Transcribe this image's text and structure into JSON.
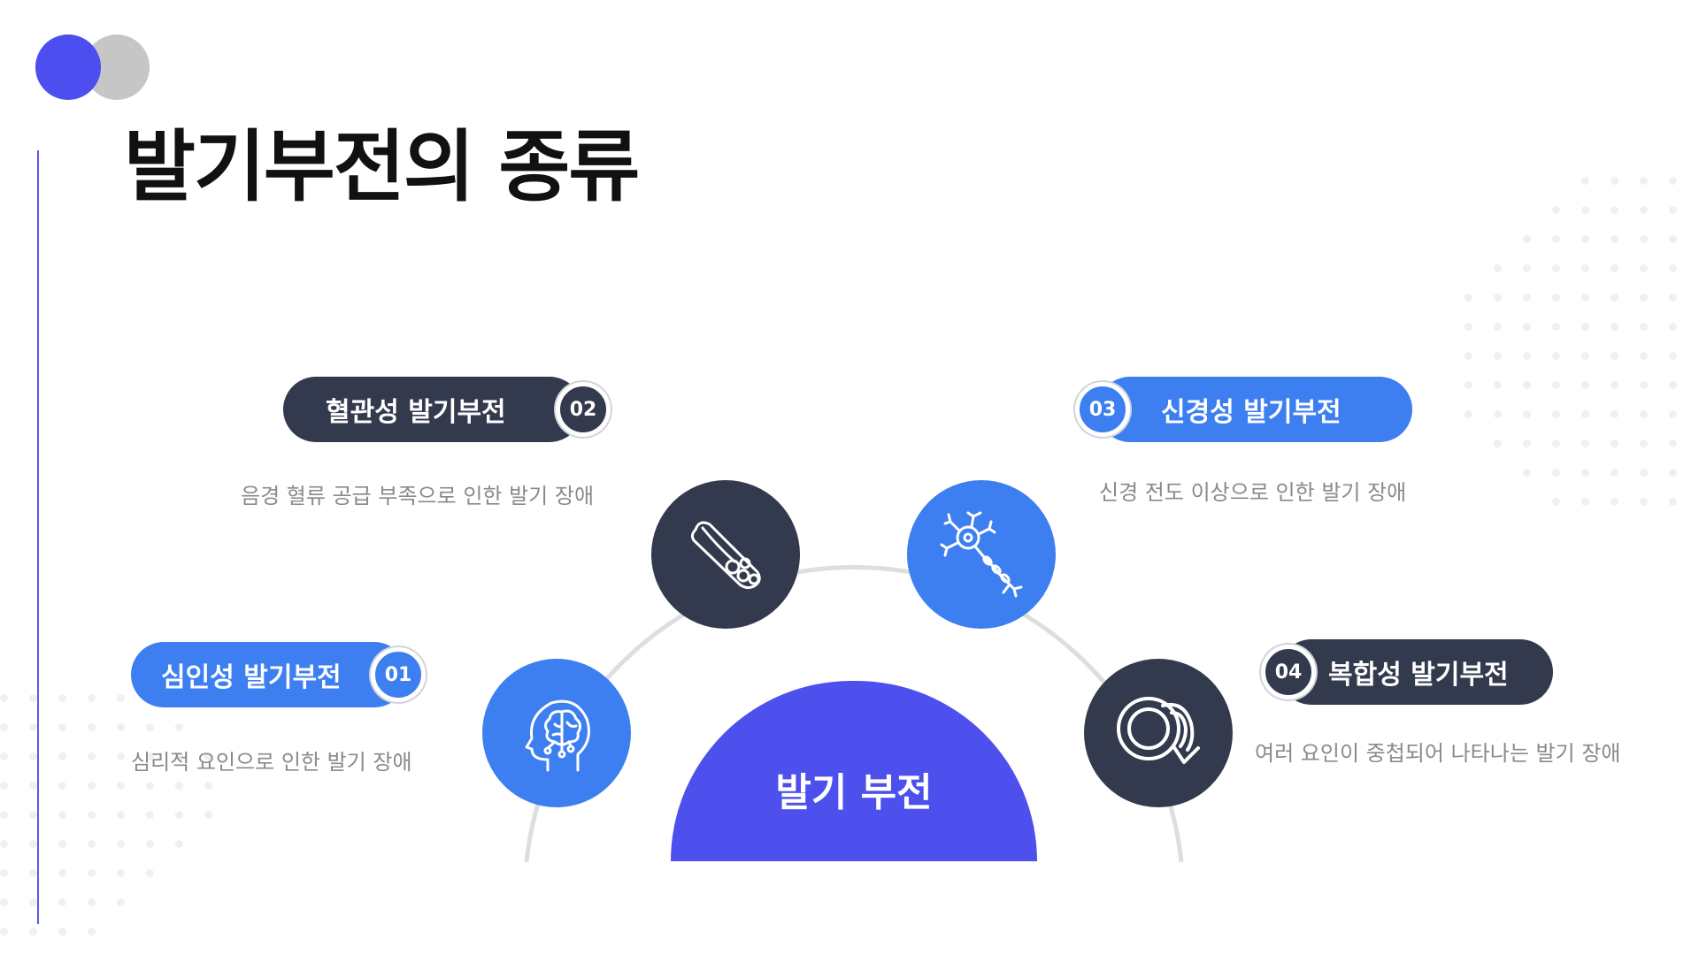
{
  "page": {
    "title": "발기부전의 종류"
  },
  "center": {
    "label": "발기 부전"
  },
  "types": [
    {
      "number": "01",
      "label": "심인성 발기부전",
      "description": "심리적 요인으로 인한 발기 장애",
      "icon": "brain-head-icon",
      "color": "#3d7ff0"
    },
    {
      "number": "02",
      "label": "혈관성 발기부전",
      "description": "음경  혈류 공급 부족으로 인한 발기 장애",
      "icon": "blood-vessel-icon",
      "color": "#343a4d"
    },
    {
      "number": "03",
      "label": "신경성 발기부전",
      "description": "신경 전도 이상으로 인한 발기 장애",
      "icon": "neuron-icon",
      "color": "#3d7ff0"
    },
    {
      "number": "04",
      "label": "복합성 발기부전",
      "description": "여러 요인이 중첩되어 나타나는 발기 장애",
      "icon": "circular-arrow-icon",
      "color": "#343a4d"
    }
  ],
  "colors": {
    "accent": "#4e50ee",
    "blue": "#3d7ff0",
    "dark": "#343a4d",
    "deco_gray": "#c6c6c6"
  }
}
